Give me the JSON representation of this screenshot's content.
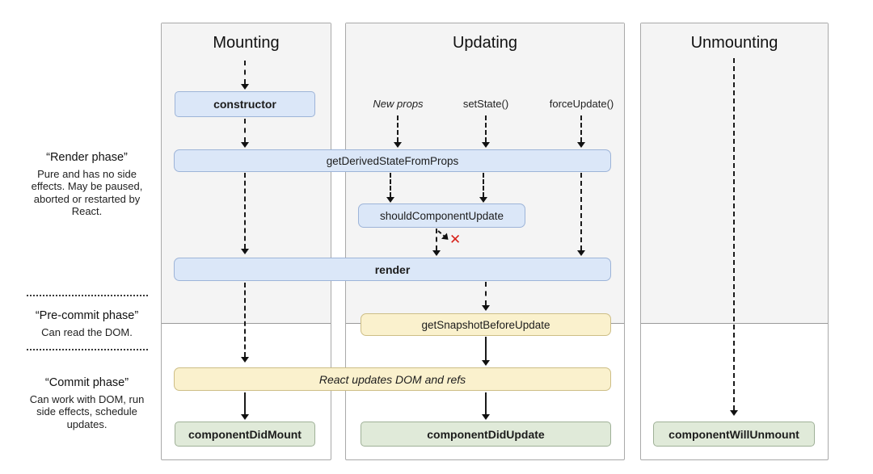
{
  "columns": {
    "mounting": {
      "title": "Mounting"
    },
    "updating": {
      "title": "Updating",
      "triggers": [
        "New props",
        "setState()",
        "forceUpdate()"
      ]
    },
    "unmounting": {
      "title": "Unmounting"
    }
  },
  "phases": {
    "render": {
      "title": "“Render phase”",
      "description": "Pure and has no side effects. May be paused, aborted or restarted by React."
    },
    "pre_commit": {
      "title": "“Pre-commit phase”",
      "description": "Can read the DOM."
    },
    "commit": {
      "title": "“Commit phase”",
      "description": "Can work with DOM, run side effects, schedule updates."
    }
  },
  "nodes": {
    "constructor": "constructor",
    "get_derived_state_from_props": "getDerivedStateFromProps",
    "should_component_update": "shouldComponentUpdate",
    "render": "render",
    "get_snapshot_before_update": "getSnapshotBeforeUpdate",
    "react_updates_dom_and_refs": "React updates DOM and refs",
    "component_did_mount": "componentDidMount",
    "component_did_update": "componentDidUpdate",
    "component_will_unmount": "componentWillUnmount"
  },
  "markers": {
    "update_blocked": "✕"
  },
  "colors": {
    "lifecycle_box_fill": "#dbe7f8",
    "lifecycle_box_border": "#9db4d8",
    "side_effect_fill": "#faf1cd",
    "side_effect_border": "#cdbe86",
    "commit_method_fill": "#e0ead9",
    "commit_method_border": "#9fb097",
    "blocked_x": "#d8231c",
    "panel_gray": "#f4f4f4"
  }
}
